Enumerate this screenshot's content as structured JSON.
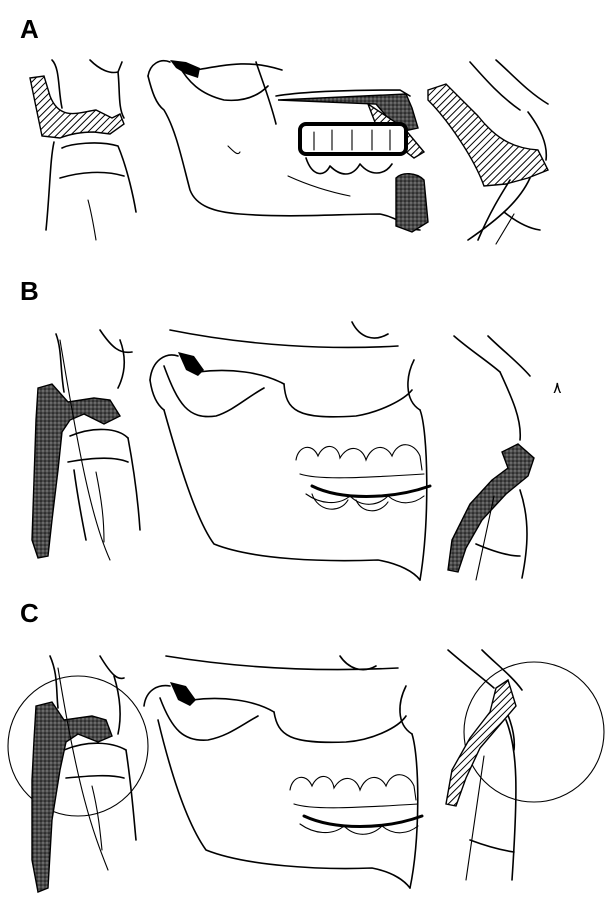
{
  "panels": [
    {
      "label": "A"
    },
    {
      "label": "B"
    },
    {
      "label": "C"
    }
  ],
  "stray_mark": "٨"
}
